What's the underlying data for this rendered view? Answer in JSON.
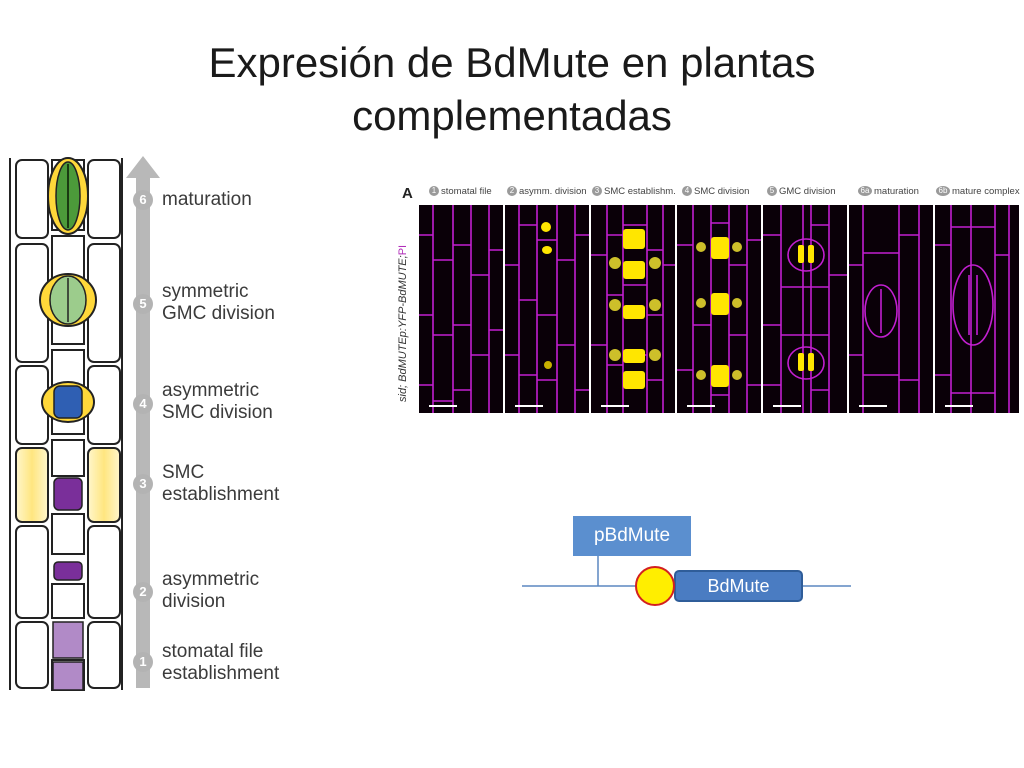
{
  "slide": {
    "title_line1": "Expresión de BdMute en plantas",
    "title_line2": "complementadas"
  },
  "stages": [
    {
      "number": "6",
      "line1": "maturation",
      "line2": ""
    },
    {
      "number": "5",
      "line1": "symmetric",
      "line2": "GMC division"
    },
    {
      "number": "4",
      "line1": "asymmetric",
      "line2": "SMC division"
    },
    {
      "number": "3",
      "line1": "SMC",
      "line2": "establishment"
    },
    {
      "number": "2",
      "line1": "asymmetric",
      "line2": "division"
    },
    {
      "number": "1",
      "line1": "stomatal file",
      "line2": "establishment"
    }
  ],
  "figure": {
    "panel_letter": "A",
    "vertical_label": "sid; BdMUTEp:YFP-BdMUTE;",
    "vertical_label_pi": "PI",
    "panels": [
      {
        "num": "1",
        "label": "stomatal file"
      },
      {
        "num": "2",
        "label": "asymm. division"
      },
      {
        "num": "3",
        "label": "SMC establishm."
      },
      {
        "num": "4",
        "label": "SMC division"
      },
      {
        "num": "5",
        "label": "GMC division"
      },
      {
        "num": "6a",
        "label": "maturation"
      },
      {
        "num": "6b",
        "label": "mature complex"
      }
    ]
  },
  "construct": {
    "promoter": "pBdMute",
    "gene": "BdMute"
  },
  "colors": {
    "magenta": "#c21fd0",
    "yfp_yellow": "#ffe600",
    "promoter_blue": "#5b8fcf",
    "gene_blue": "#4a7cc2",
    "line_blue": "#5b87c0"
  }
}
